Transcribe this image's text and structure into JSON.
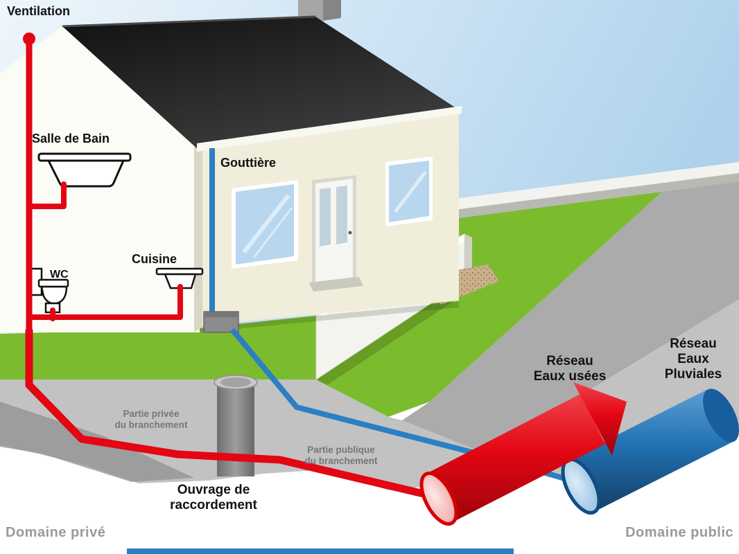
{
  "house": {
    "ventilation": "Ventilation",
    "salle_de_bain": "Salle de Bain",
    "gouttiere": "Gouttière",
    "cuisine": "Cuisine",
    "wc": "WC"
  },
  "underground": {
    "partie_privee": {
      "line1": "Partie privée",
      "line2": "du branchement"
    },
    "partie_publique": {
      "line1": "Partie publique",
      "line2": "du branchement"
    },
    "ouvrage": {
      "line1": "Ouvrage de",
      "line2": "raccordement"
    }
  },
  "networks": {
    "eaux_usees": {
      "line1": "Réseau",
      "line2": "Eaux usées"
    },
    "eaux_pluviales": {
      "line1": "Réseau",
      "line2": "Eaux",
      "line3": "Pluviales"
    }
  },
  "domains": {
    "prive": "Domaine privé",
    "public": "Domaine public"
  },
  "colors": {
    "waste_red": "#e30613",
    "rain_blue": "#2b7fc4",
    "grass_green": "#7bbc2e",
    "sky_blue": "#bcdcf0",
    "soil_gray": "#c2c2c2",
    "road_gray": "#ababab",
    "roof_dark": "#232323",
    "wall_cream": "#f0edda",
    "label_gray": "#767676",
    "domain_label_gray": "#9a9a9a"
  }
}
